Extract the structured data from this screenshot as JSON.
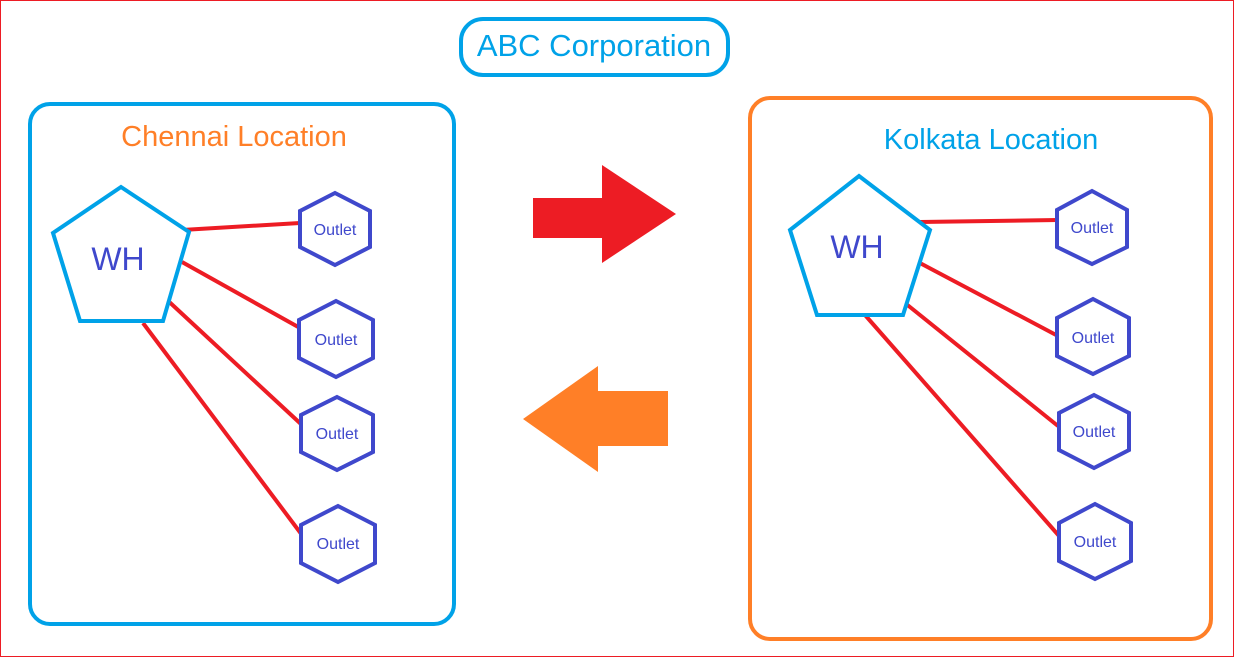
{
  "title": "ABC Corporation",
  "colors": {
    "frame": "#ed1c24",
    "cyan": "#00a2e8",
    "orange": "#ff7f27",
    "red": "#ed1c24",
    "indigo": "#3f48cc"
  },
  "locations": [
    {
      "name": "Chennai Location",
      "warehouse": "WH",
      "outlets": [
        "Outlet",
        "Outlet",
        "Outlet",
        "Outlet"
      ]
    },
    {
      "name": "Kolkata Location",
      "warehouse": "WH",
      "outlets": [
        "Outlet",
        "Outlet",
        "Outlet",
        "Outlet"
      ]
    }
  ],
  "arrows": [
    {
      "direction": "right",
      "from": "Chennai Location",
      "to": "Kolkata Location",
      "color": "#ed1c24"
    },
    {
      "direction": "left",
      "from": "Kolkata Location",
      "to": "Chennai Location",
      "color": "#ff7f27"
    }
  ]
}
